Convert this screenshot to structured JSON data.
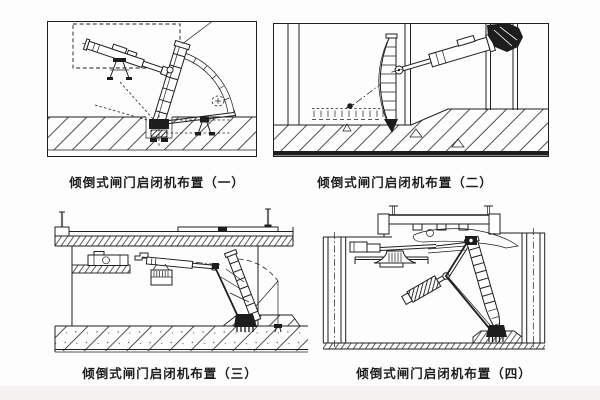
{
  "appearance": {
    "background": "#fdfdfd",
    "ink": "#1f1f1f",
    "footer_strip": "#f6f1f1"
  },
  "figures": [
    {
      "id": "fig-1",
      "position": "top-left",
      "caption": "倾倒式闸门启闭机布置（一）"
    },
    {
      "id": "fig-2",
      "position": "top-right",
      "caption": "倾倒式闸门启闭机布置（二）"
    },
    {
      "id": "fig-3",
      "position": "bottom-left",
      "caption": "倾倒式闸门启闭机布置（三）"
    },
    {
      "id": "fig-4",
      "position": "bottom-right",
      "caption": "倾倒式闸门启闭机布置（四）"
    }
  ]
}
